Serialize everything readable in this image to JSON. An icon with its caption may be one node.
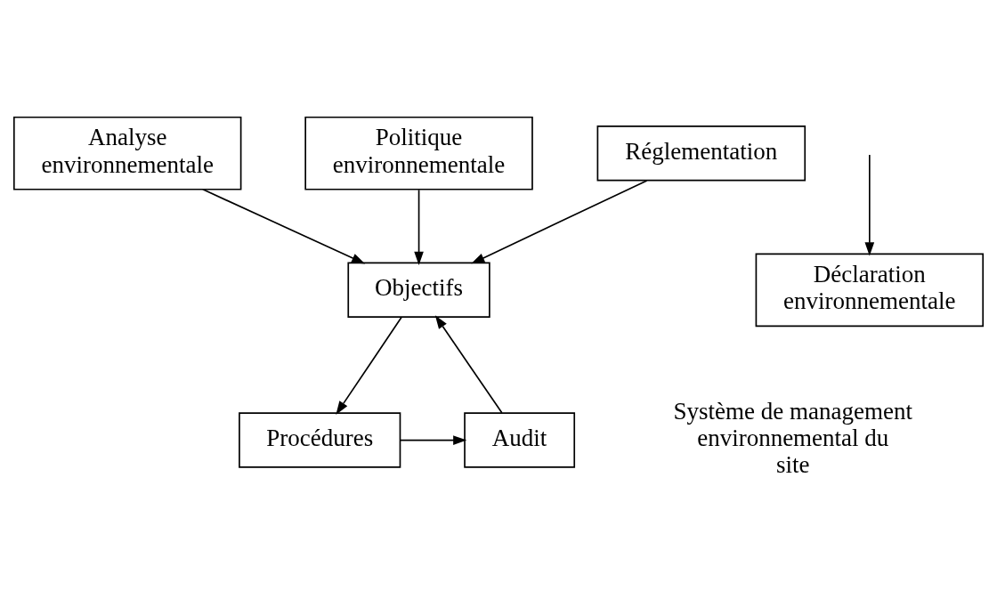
{
  "diagram": {
    "nodes": [
      {
        "text": [
          "Analyse environnementale"
        ]
      },
      {
        "text": [
          "Politique environnementale"
        ]
      },
      {
        "text": [
          "Réglementation"
        ]
      },
      {
        "text": [
          "Objectifs"
        ]
      },
      {
        "text": [
          "Audit"
        ]
      },
      {
        "text": [
          "Procédures"
        ]
      },
      {
        "text": [
          "Déclaration environnementale"
        ]
      }
    ],
    "edges": [
      {
        "from": 0,
        "to": 3,
        "arrow": "to"
      },
      {
        "from": 1,
        "to": 3,
        "arrow": "to"
      },
      {
        "from": 2,
        "to": 3,
        "arrow": "to"
      },
      {
        "from": 3,
        "to": 5,
        "arrow": "to"
      },
      {
        "from": 5,
        "to": 4,
        "arrow": "to"
      },
      {
        "from": 4,
        "to": 3,
        "arrow": "to"
      },
      {
        "from": null,
        "to": 6,
        "arrow": "to"
      }
    ],
    "labels": [
      "Système de management environnemental du site"
    ]
  }
}
